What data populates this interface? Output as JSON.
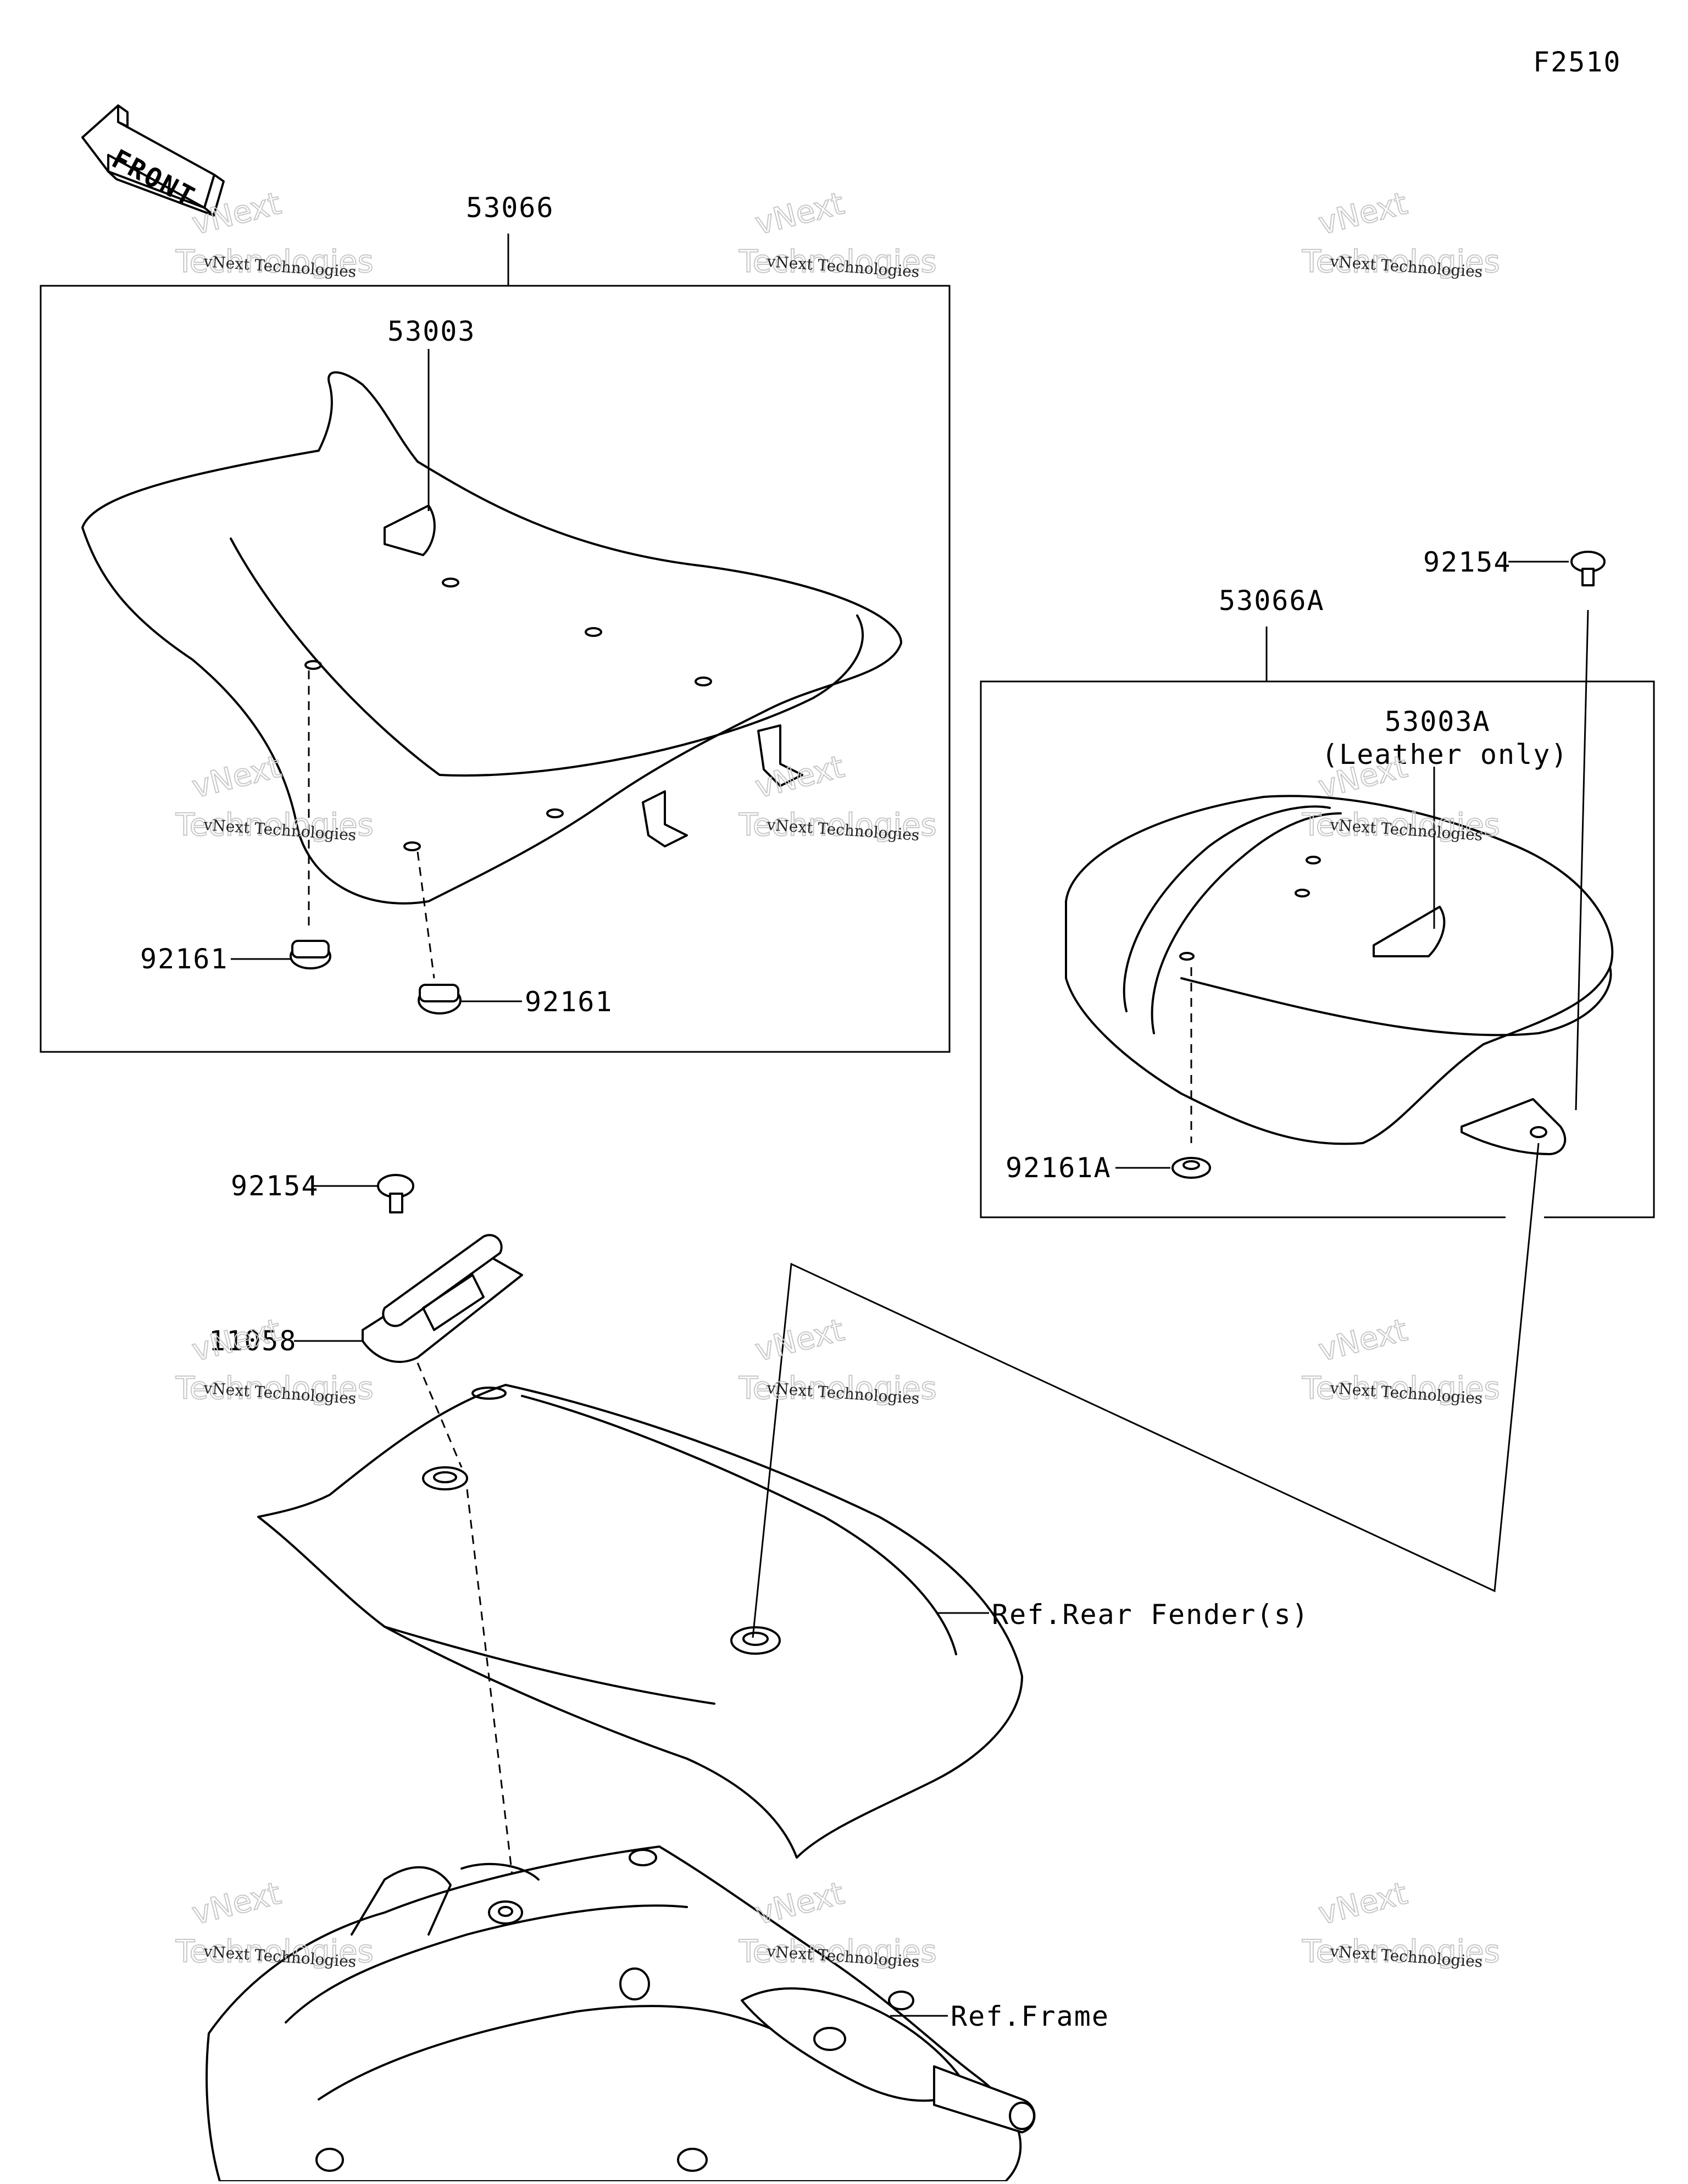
{
  "diagram": {
    "code": "F2510",
    "front_label": "FRONT",
    "watermark": {
      "line1": "vNext Technologies",
      "line2": "vNext",
      "line3": "Technologies"
    },
    "callouts": {
      "seat_assy_front": "53066",
      "cover_front": "53003",
      "damper_left": "92161",
      "damper_right": "92161",
      "seat_assy_rear": "53066A",
      "cover_rear": "53003A",
      "cover_rear_note": "(Leather only)",
      "bolt_rear_seat": "92154",
      "damper_rear": "92161A",
      "bolt_hook": "92154",
      "hook": "11058",
      "ref_fender": "Ref.Rear Fender(s)",
      "ref_frame": "Ref.Frame"
    }
  }
}
